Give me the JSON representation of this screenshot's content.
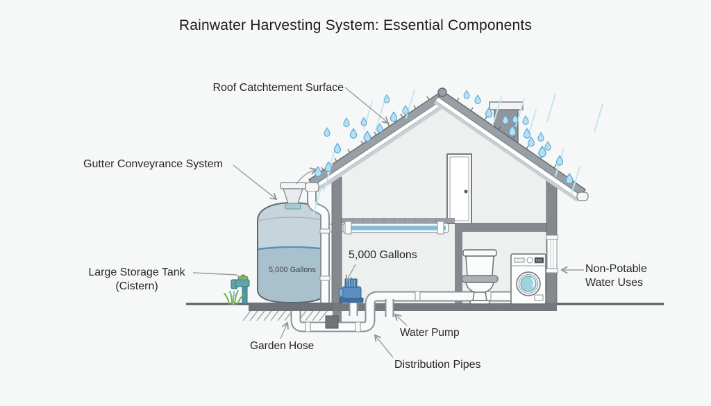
{
  "title": "Rainwater Harvesting System: Essential Components",
  "labels": {
    "roof": "Roof Catchtement Surface",
    "gutter": "Gutter Conveyrance System",
    "tank_line1": "Large Storage Tank",
    "tank_line2": "(Cistern)",
    "pump_capacity": "5,000 Gallons",
    "non_potable_line1": "Non-Potable",
    "non_potable_line2": "Water Uses",
    "garden_hose": "Garden Hose",
    "water_pump": "Water Pump",
    "distribution_pipes": "Distribution Pipes"
  },
  "tank": {
    "capacity_text": "5,000 Gallons"
  },
  "colors": {
    "background": "#f6f7f7",
    "structure_gray": "#84898e",
    "roof_gray": "#99a0a5",
    "rain_blue": "#5aa7d4",
    "rain_fill": "#b5dff2",
    "tank_water": "#a9c0cd",
    "water_line": "#4e93c0",
    "pump_blue": "#5b8fc0",
    "faucet_teal": "#5fa3ad",
    "handle_green": "#7cb94f",
    "washer_door_teal": "#9ed3dd",
    "label_text": "#262626",
    "leader_gray": "#9a9ea1"
  }
}
